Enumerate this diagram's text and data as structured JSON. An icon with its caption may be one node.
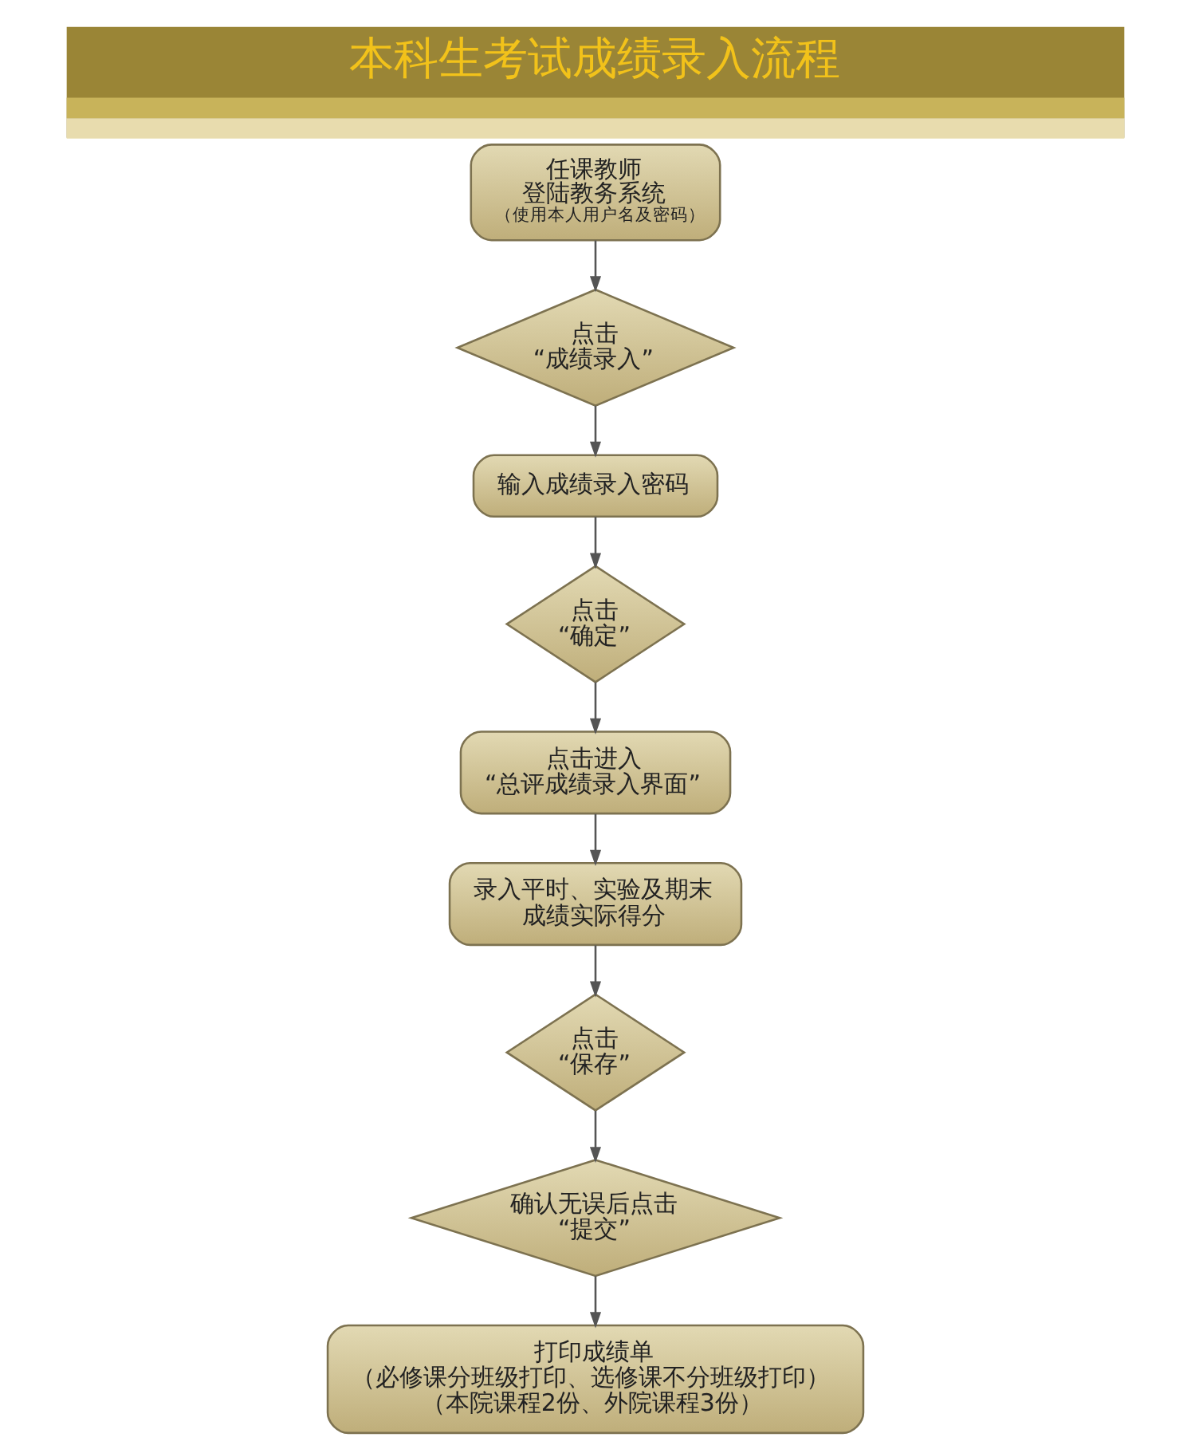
{
  "diagram": {
    "title": "本科生考试成绩录入流程",
    "nodes": [
      {
        "text": [
          "任课教师登陆教务系统",
          "（使用本人用户名及密码）"
        ]
      },
      {
        "text": [
          "点击“成绩录入”"
        ]
      },
      {
        "text": [
          "输入成绩录入密码"
        ]
      },
      {
        "text": [
          "点击“确定”"
        ]
      },
      {
        "text": [
          "点击进入“总评成绩录入界面”"
        ]
      },
      {
        "text": [
          "录入平时、实验及期末成绩实际得分"
        ]
      },
      {
        "text": [
          "点击“保存”"
        ]
      },
      {
        "text": [
          "确认无误后点击“提交”"
        ]
      },
      {
        "text": [
          "打印成绩单",
          "（必修课分班级打印、选修课不分班级打印）",
          "（本院课程2份、外院课程3份）"
        ]
      }
    ],
    "edges": [
      {
        "from": 0,
        "to": 1,
        "arrow": "to"
      },
      {
        "from": 1,
        "to": 2,
        "arrow": "to"
      },
      {
        "from": 2,
        "to": 3,
        "arrow": "to"
      },
      {
        "from": 3,
        "to": 4,
        "arrow": "to"
      },
      {
        "from": 4,
        "to": 5,
        "arrow": "to"
      },
      {
        "from": 5,
        "to": 6,
        "arrow": "to"
      },
      {
        "from": 6,
        "to": 7,
        "arrow": "to"
      },
      {
        "from": 7,
        "to": 8,
        "arrow": "to"
      }
    ]
  }
}
